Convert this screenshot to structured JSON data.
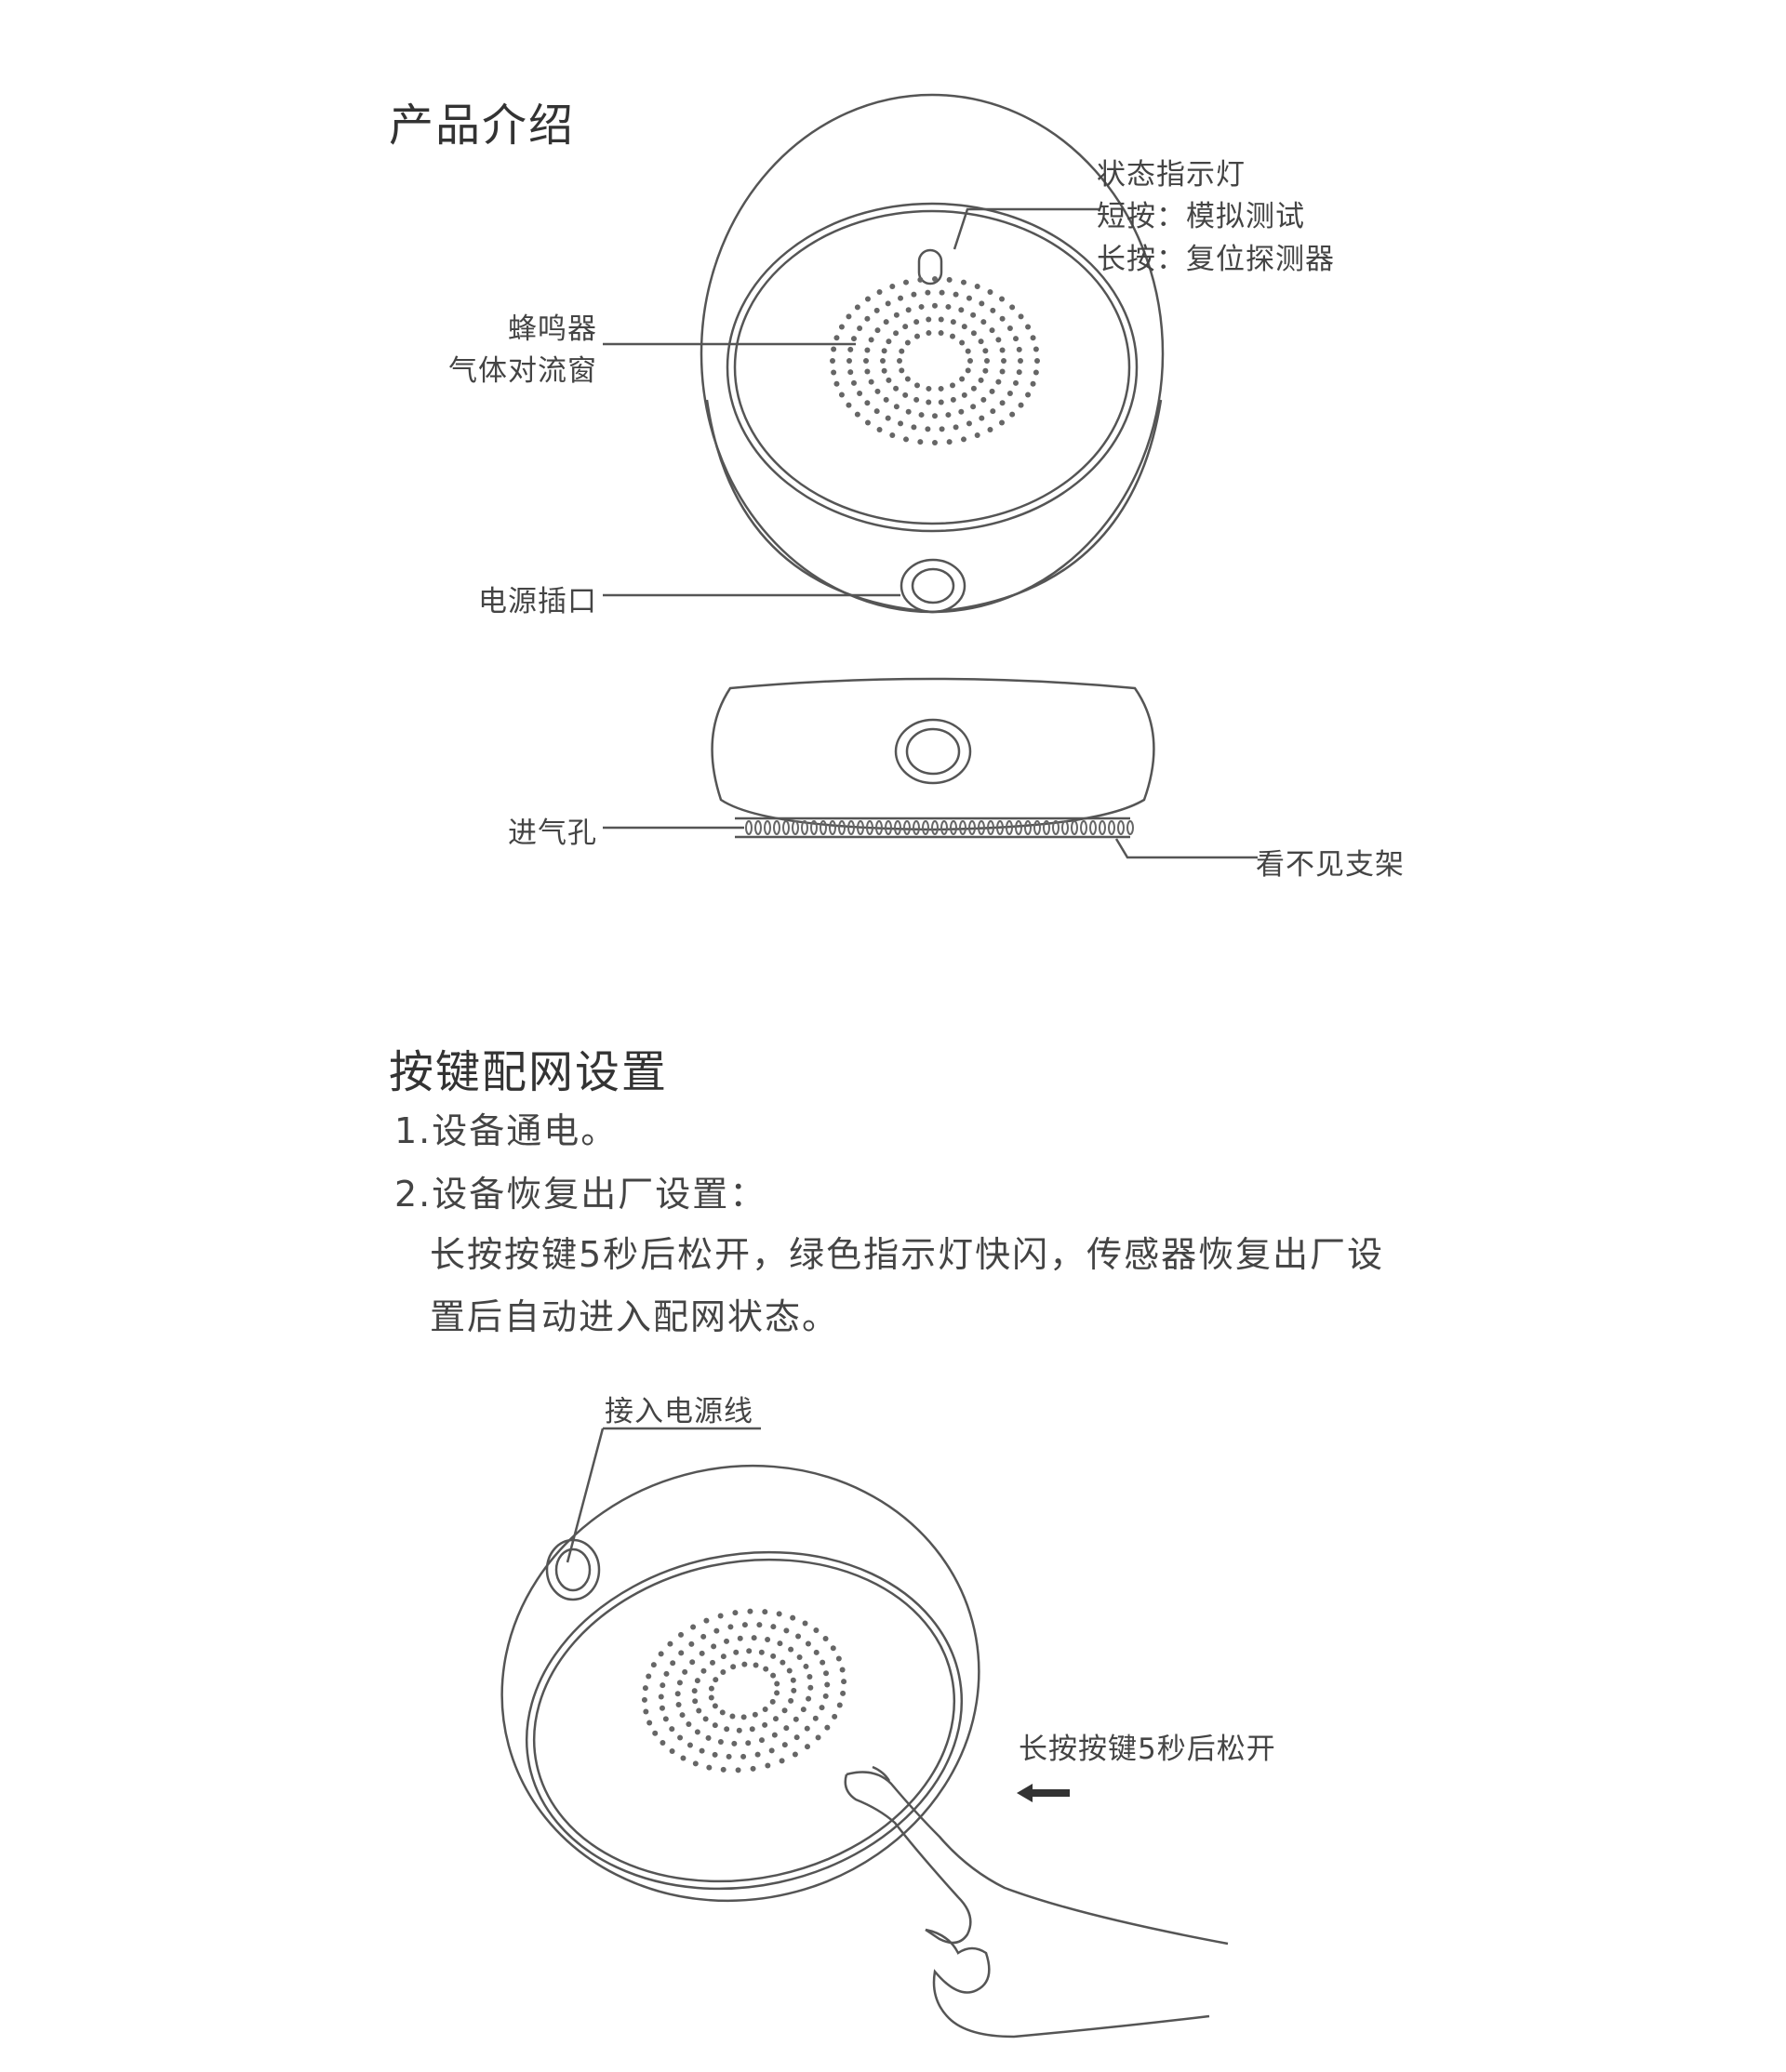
{
  "section1": {
    "title": "产品介绍",
    "labels": {
      "indicator": "状态指示灯",
      "short_press": "短按：模拟测试",
      "long_press": "长按：复位探测器",
      "buzzer": "蜂鸣器",
      "convection": "气体对流窗",
      "power_port": "电源插口",
      "intake": "进气孔",
      "bracket": "看不见支架"
    }
  },
  "section2": {
    "title": "按键配网设置",
    "step1": "1.设备通电。",
    "step2": "2.设备恢复出厂设置：",
    "step2_line1": "长按按键5秒后松开，绿色指示灯快闪，传感器恢复出厂设",
    "step2_line2": "置后自动进入配网状态。",
    "callout_power": "接入电源线",
    "callout_press": "长按按键5秒后松开"
  },
  "icons": {
    "arrow": "arrow-left-icon",
    "hand": "hand-press-icon"
  }
}
